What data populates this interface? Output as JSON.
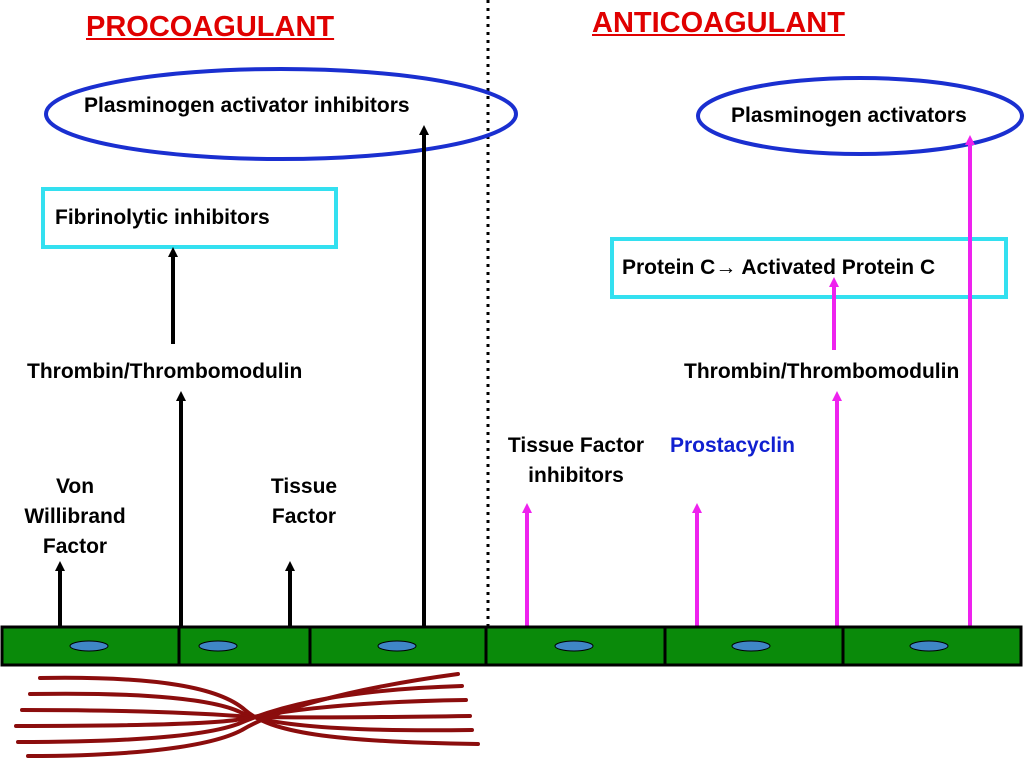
{
  "headings": {
    "procoagulant": "PROCOAGULANT",
    "anticoagulant": "ANTICOAGULANT"
  },
  "procoagulant": {
    "plasminogen_activator_inhibitors": "Plasminogen activator inhibitors",
    "fibrinolytic_inhibitors": "Fibrinolytic inhibitors",
    "thrombin_thrombomodulin": "Thrombin/Thrombomodulin",
    "von_willibrand_factor": [
      "Von",
      "Willibrand",
      "Factor"
    ],
    "tissue_factor": [
      "Tissue",
      "Factor"
    ]
  },
  "anticoagulant": {
    "plasminogen_activators": "Plasminogen activators",
    "protein_c": "Protein C→ Activated Protein C",
    "thrombin_thrombomodulin": "Thrombin/Thrombomodulin",
    "tissue_factor_inhibitors": [
      "Tissue Factor",
      "inhibitors"
    ],
    "prostacyclin": "Prostacyclin"
  },
  "colors": {
    "heading": "#e00000",
    "ellipse_outline": "#1a2fd0",
    "box_outline": "#33e0f0",
    "black_arrow": "#000000",
    "magenta_arrow": "#ee22ee",
    "prostacyclin_text": "#1020d0",
    "cell_fill": "#0a8a0a",
    "nucleus_fill": "#3f86c6",
    "fiber": "#8b0d0d"
  }
}
